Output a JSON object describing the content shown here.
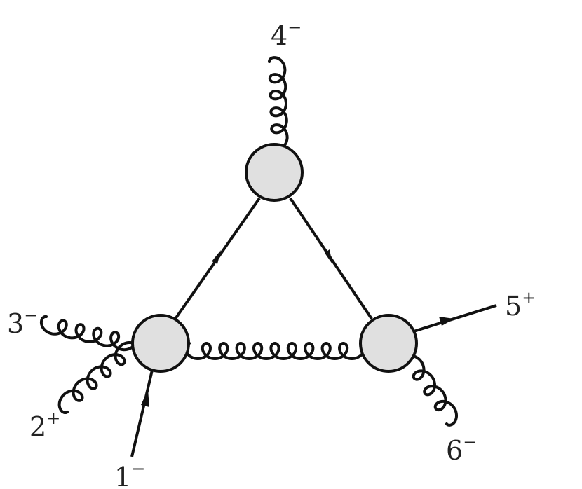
{
  "labels": [
    {
      "id": "p1",
      "num": "1",
      "sign": "−"
    },
    {
      "id": "p2",
      "num": "2",
      "sign": "+"
    },
    {
      "id": "p3",
      "num": "3",
      "sign": "−"
    },
    {
      "id": "p4",
      "num": "4",
      "sign": "−"
    },
    {
      "id": "p5",
      "num": "5",
      "sign": "+"
    },
    {
      "id": "p6",
      "num": "6",
      "sign": "−"
    }
  ],
  "colors": {
    "stroke": "#111111",
    "blob_fill": "#e0e0e0",
    "text": "#222222"
  }
}
